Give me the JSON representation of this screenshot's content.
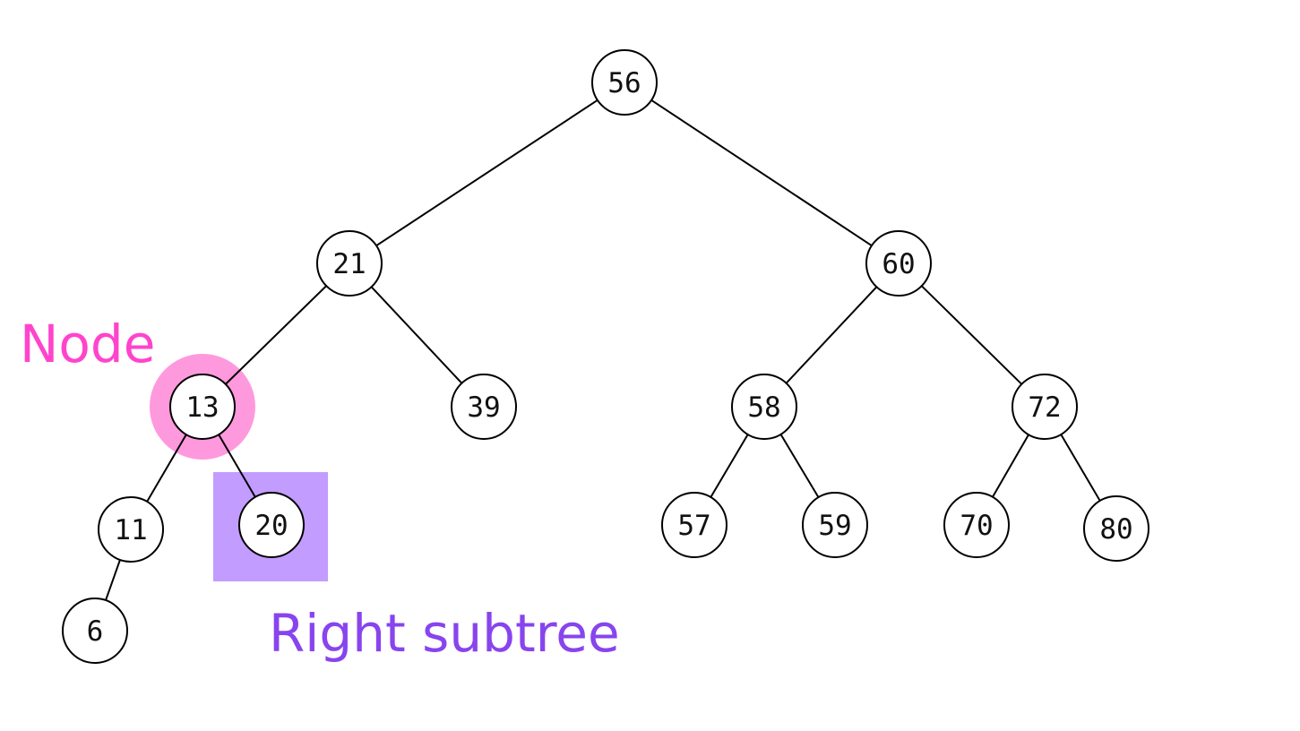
{
  "colors": {
    "node_highlight": "#ff99dd",
    "node_highlight_text": "#ff44cc",
    "subtree_highlight": "#c39cff",
    "subtree_highlight_text": "#8844ee"
  },
  "tree": {
    "nodes": [
      {
        "id": "n56",
        "label": "56"
      },
      {
        "id": "n21",
        "label": "21"
      },
      {
        "id": "n60",
        "label": "60"
      },
      {
        "id": "n13",
        "label": "13"
      },
      {
        "id": "n39",
        "label": "39"
      },
      {
        "id": "n58",
        "label": "58"
      },
      {
        "id": "n72",
        "label": "72"
      },
      {
        "id": "n11",
        "label": "11"
      },
      {
        "id": "n20",
        "label": "20"
      },
      {
        "id": "n57",
        "label": "57"
      },
      {
        "id": "n59",
        "label": "59"
      },
      {
        "id": "n70",
        "label": "70"
      },
      {
        "id": "n80",
        "label": "80"
      },
      {
        "id": "n6",
        "label": "6"
      }
    ],
    "edges": [
      [
        "n56",
        "n21"
      ],
      [
        "n56",
        "n60"
      ],
      [
        "n21",
        "n13"
      ],
      [
        "n21",
        "n39"
      ],
      [
        "n60",
        "n58"
      ],
      [
        "n60",
        "n72"
      ],
      [
        "n13",
        "n11"
      ],
      [
        "n13",
        "n20"
      ],
      [
        "n58",
        "n57"
      ],
      [
        "n58",
        "n59"
      ],
      [
        "n72",
        "n70"
      ],
      [
        "n72",
        "n80"
      ],
      [
        "n11",
        "n6"
      ]
    ]
  },
  "annotations": {
    "node_label": "Node",
    "subtree_label": "Right subtree"
  }
}
